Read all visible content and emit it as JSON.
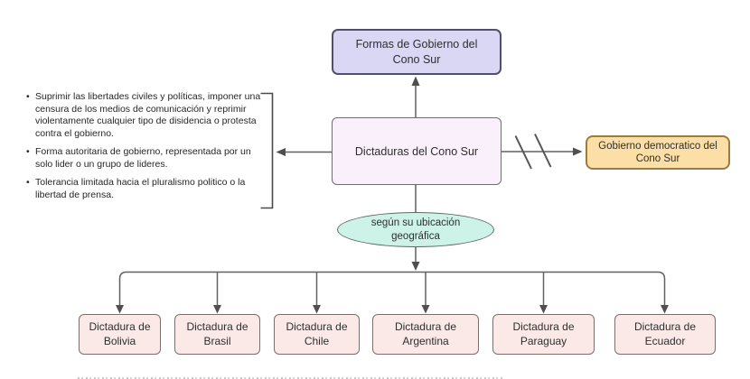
{
  "diagram": {
    "title_node": "Formas de Gobierno del Cono Sur",
    "center_node": "Dictaduras del Cono Sur",
    "democratic_node": "Gobierno democratico del Cono Sur",
    "qualifier_node": "según su ubicación geográfica",
    "characteristics": [
      "Suprimir las libertades civiles y políticas, imponer una censura de los medios de comunicación y reprimir violentamente cualquier tipo de disidencia o protesta contra el gobierno.",
      "Forma autoritaria de gobierno, representada por un solo lider o un grupo de lideres.",
      "Tolerancia limitada hacia el pluralismo politico o la libertad de prensa."
    ],
    "children": [
      "Dictadura de Bolivia",
      "Dictadura de Brasil",
      "Dictadura de Chile",
      "Dictadura de Argentina",
      "Dictadura de Paraguay",
      "Dictadura de Ecuador"
    ],
    "colors": {
      "title_fill": "#d9d7f4",
      "title_border": "#50506a",
      "center_fill": "#f9f0fb",
      "center_border": "#6e6e6e",
      "democratic_fill": "#fbdfa7",
      "democratic_border": "#9c7c3c",
      "qualifier_fill": "#cdf3e8",
      "qualifier_border": "#5c6b69",
      "child_fill": "#fbe9e8",
      "child_border": "#7d6e6e",
      "connector": "#616161"
    }
  }
}
